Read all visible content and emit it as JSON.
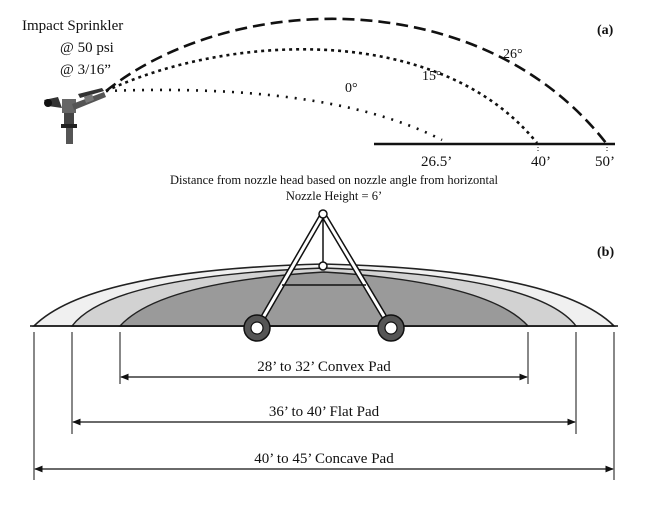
{
  "panel_a": {
    "title": "Impact Sprinkler",
    "pressure": "@ 50 psi",
    "nozzle_size": "@ 3/16”",
    "label": "(a)",
    "angles": [
      "0°",
      "15°",
      "26°"
    ],
    "distances": [
      "26.5’",
      "40’",
      "50’"
    ],
    "caption_line1": "Distance from nozzle head based on nozzle angle from horizontal",
    "caption_line2": "Nozzle Height = 6’"
  },
  "panel_b": {
    "label": "(b)",
    "pads": [
      "28’ to 32’ Convex Pad",
      "36’ to 40’ Flat Pad",
      "40’ to 45’ Concave Pad"
    ]
  }
}
